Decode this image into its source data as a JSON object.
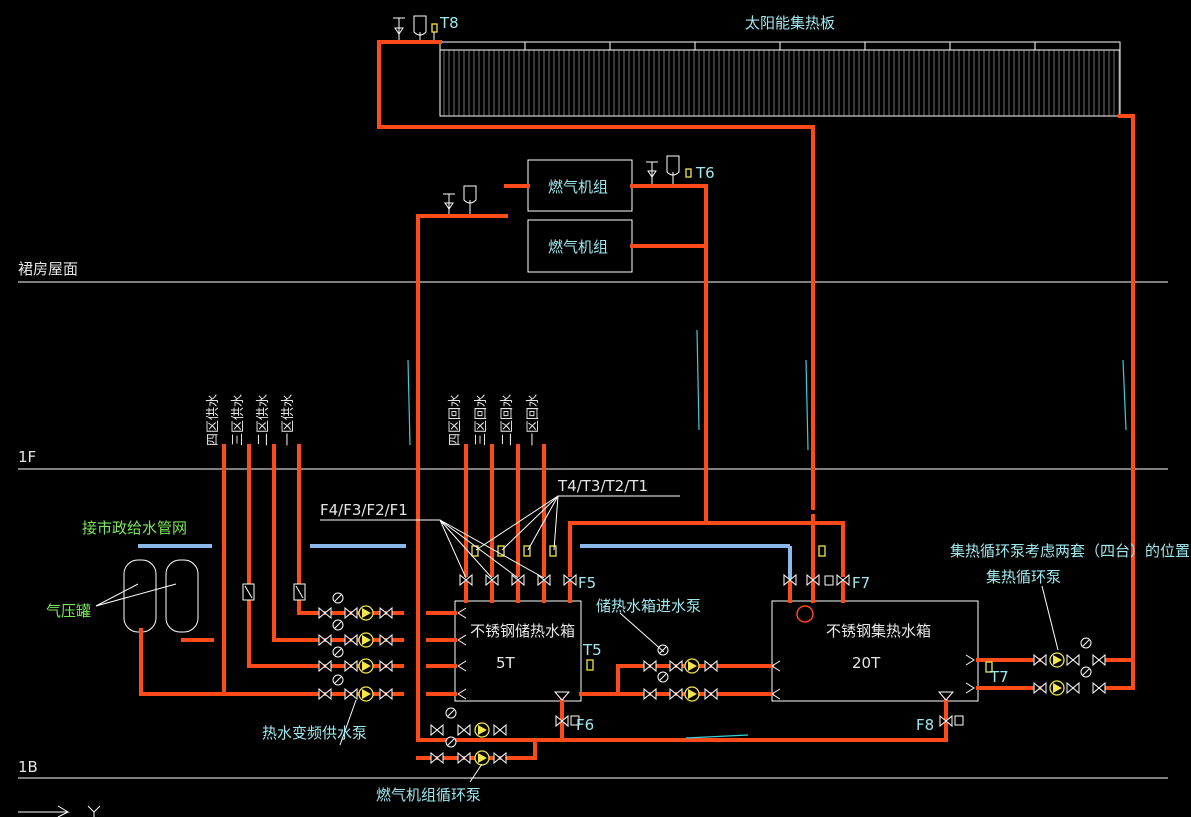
{
  "floors": {
    "roof": "裙房屋面",
    "f1": "1F",
    "b1": "1B"
  },
  "equipment": {
    "solar_collector": "太阳能集热板",
    "gas_unit_1": "燃气机组",
    "gas_unit_2": "燃气机组",
    "storage_tank": "不锈钢储热水箱",
    "storage_tank_capacity": "5T",
    "collector_tank": "不锈钢集热水箱",
    "collector_tank_capacity": "20T",
    "pressure_tank": "气压罐",
    "municipal_supply": "接市政给水管网"
  },
  "pumps": {
    "variable_frequency_supply": "热水变频供水泵",
    "storage_inlet": "储热水箱进水泵",
    "gas_circulation": "燃气机组循环泵",
    "collector_circulation": "集热循环泵",
    "collector_note": "集热循环泵考虑两套（四台）的位置"
  },
  "supply_zones": [
    "四区供水",
    "三区供水",
    "二区供水",
    "一区供水"
  ],
  "return_zones": [
    "四区回水",
    "三区回水",
    "二区回水",
    "一区回水"
  ],
  "tags": {
    "t8": "T8",
    "t6": "T6",
    "t5": "T5",
    "t7": "T7",
    "t4_t1": "T4/T3/T2/T1",
    "f4_f1": "F4/F3/F2/F1",
    "f5": "F5",
    "f6": "F6",
    "f7": "F7",
    "f8": "F8"
  },
  "colors": {
    "hot_water_pipe": "#ff4a1a",
    "cold_water_pipe": "#8ab8ea",
    "label_cyan": "#9ee8ee",
    "sensor_yellow": "#f2e64a",
    "background": "#000000"
  }
}
